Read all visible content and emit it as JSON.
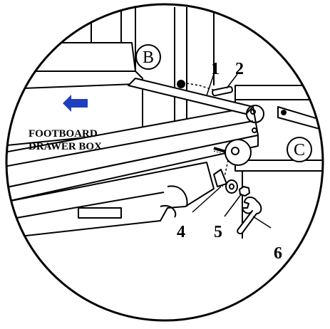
{
  "figure": {
    "panel_labels": {
      "b": "B",
      "c": "C"
    },
    "box_label": {
      "line1": "FOOTBOARD",
      "line2": "DRAWER BOX"
    },
    "callouts": {
      "c1": "1",
      "c2": "2",
      "c4": "4",
      "c5": "5",
      "c6": "6"
    },
    "arrow_color": "#1f3fbf"
  }
}
